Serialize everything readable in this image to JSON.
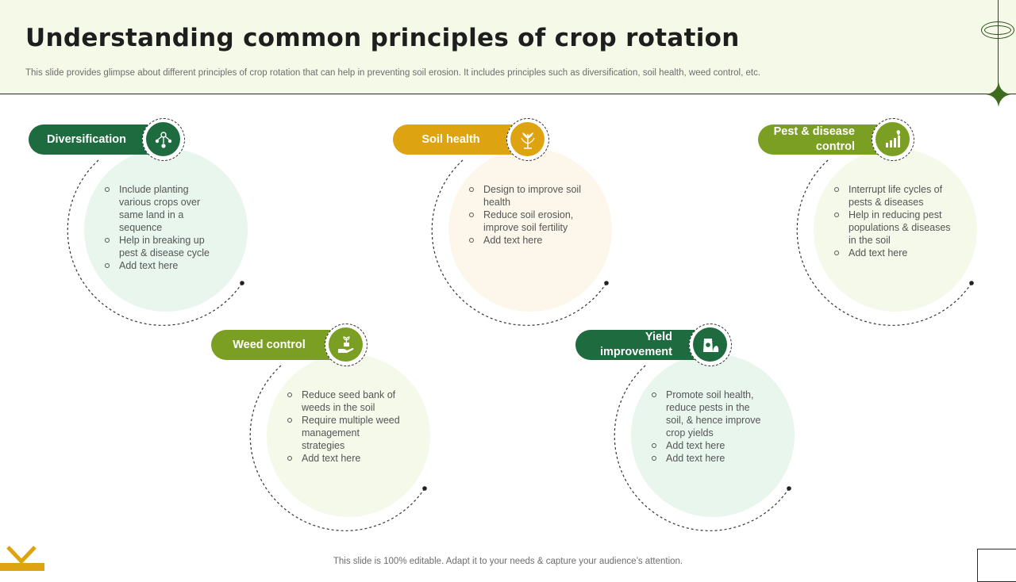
{
  "header": {
    "title": "Understanding common principles of crop rotation",
    "subtitle": "This slide provides glimpse about different principles of crop rotation that can help in preventing soil erosion. It includes principles such as diversification, soil health, weed control, etc."
  },
  "cards": [
    {
      "label": "Diversification",
      "icon": "network-icon",
      "color": "#1e6b3f",
      "blob": "#e8f6ee",
      "bullets": [
        "Include planting various crops over same land in a sequence",
        "Help in breaking up pest & disease cycle",
        "Add text here"
      ]
    },
    {
      "label": "Soil health",
      "icon": "plant-sprout-icon",
      "color": "#dea310",
      "blob": "#fcf7ea",
      "bullets": [
        "Design to improve soil health",
        "Reduce soil erosion, improve  soil fertility",
        "Add text here"
      ]
    },
    {
      "label": "Pest & disease control",
      "icon": "growth-chart-icon",
      "color": "#7a9f22",
      "blob": "#f4f9ea",
      "bullets": [
        "Interrupt  life cycles of pests & diseases",
        "Help in reducing pest populations & diseases in the soil",
        "Add text here"
      ]
    },
    {
      "label": "Weed control",
      "icon": "hand-seedling-icon",
      "color": "#7a9f22",
      "blob": "#f4f9ea",
      "bullets": [
        "Reduce seed bank of weeds in the soil",
        "Require multiple weed management strategies",
        "Add text here"
      ]
    },
    {
      "label": "Yield improvement",
      "icon": "fertilizer-bag-icon",
      "color": "#1e6b3f",
      "blob": "#e8f6ee",
      "bullets": [
        "Promote soil health, reduce pests in the soil, & hence improve crop yields",
        "Add text here",
        "Add text here"
      ]
    }
  ],
  "footer": {
    "note": "This slide is 100% editable. Adapt it to your needs & capture your audience’s attention."
  },
  "colors": {
    "dark_green": "#1e6b3f",
    "gold": "#dea310",
    "olive": "#7a9f22",
    "header_bg": "#f5f9e8"
  }
}
